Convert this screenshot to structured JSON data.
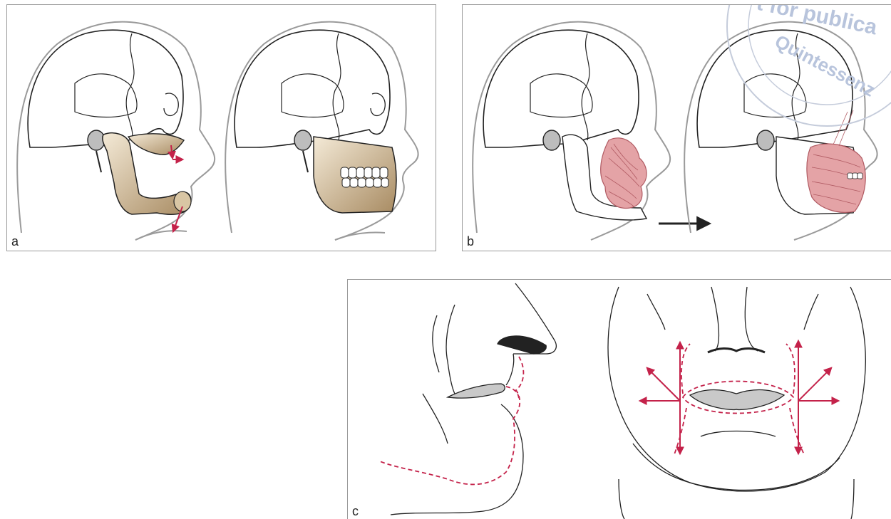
{
  "panels": [
    {
      "id": "a",
      "label": "a"
    },
    {
      "id": "b",
      "label": "b"
    },
    {
      "id": "c",
      "label": "c"
    }
  ],
  "stamp": {
    "text_top": "t for publica",
    "text_inner": "Quintessenz"
  },
  "colors": {
    "bone": "#c8b393",
    "bone_dark": "#a08660",
    "muscle": "#e4a3a6",
    "muscle_line": "#b05a62",
    "arrow": "#c4224a",
    "outline": "#222222",
    "skin": "#9a9a9a",
    "lips": "#c9c9c9"
  }
}
